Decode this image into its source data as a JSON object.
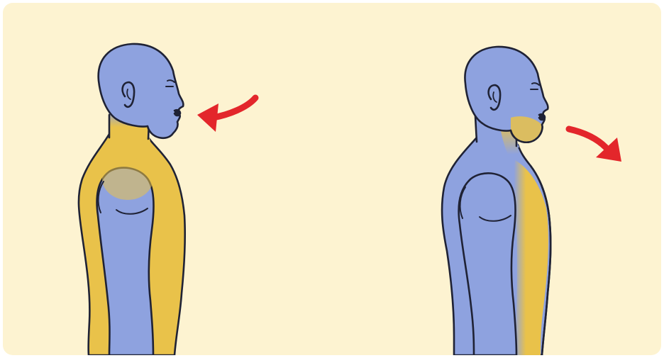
{
  "illustration": {
    "panels": [
      {
        "name": "figure-left-inhale",
        "arrow_direction": "toward-face"
      },
      {
        "name": "figure-right-exhale",
        "arrow_direction": "away-from-face"
      }
    ]
  },
  "colors": {
    "background": "#fdf3d1",
    "skin": "#8ea2df",
    "muscle_highlight": "#e9c24a",
    "outline": "#1f2235",
    "arrow": "#e3262b",
    "frame": "#ffffff"
  }
}
